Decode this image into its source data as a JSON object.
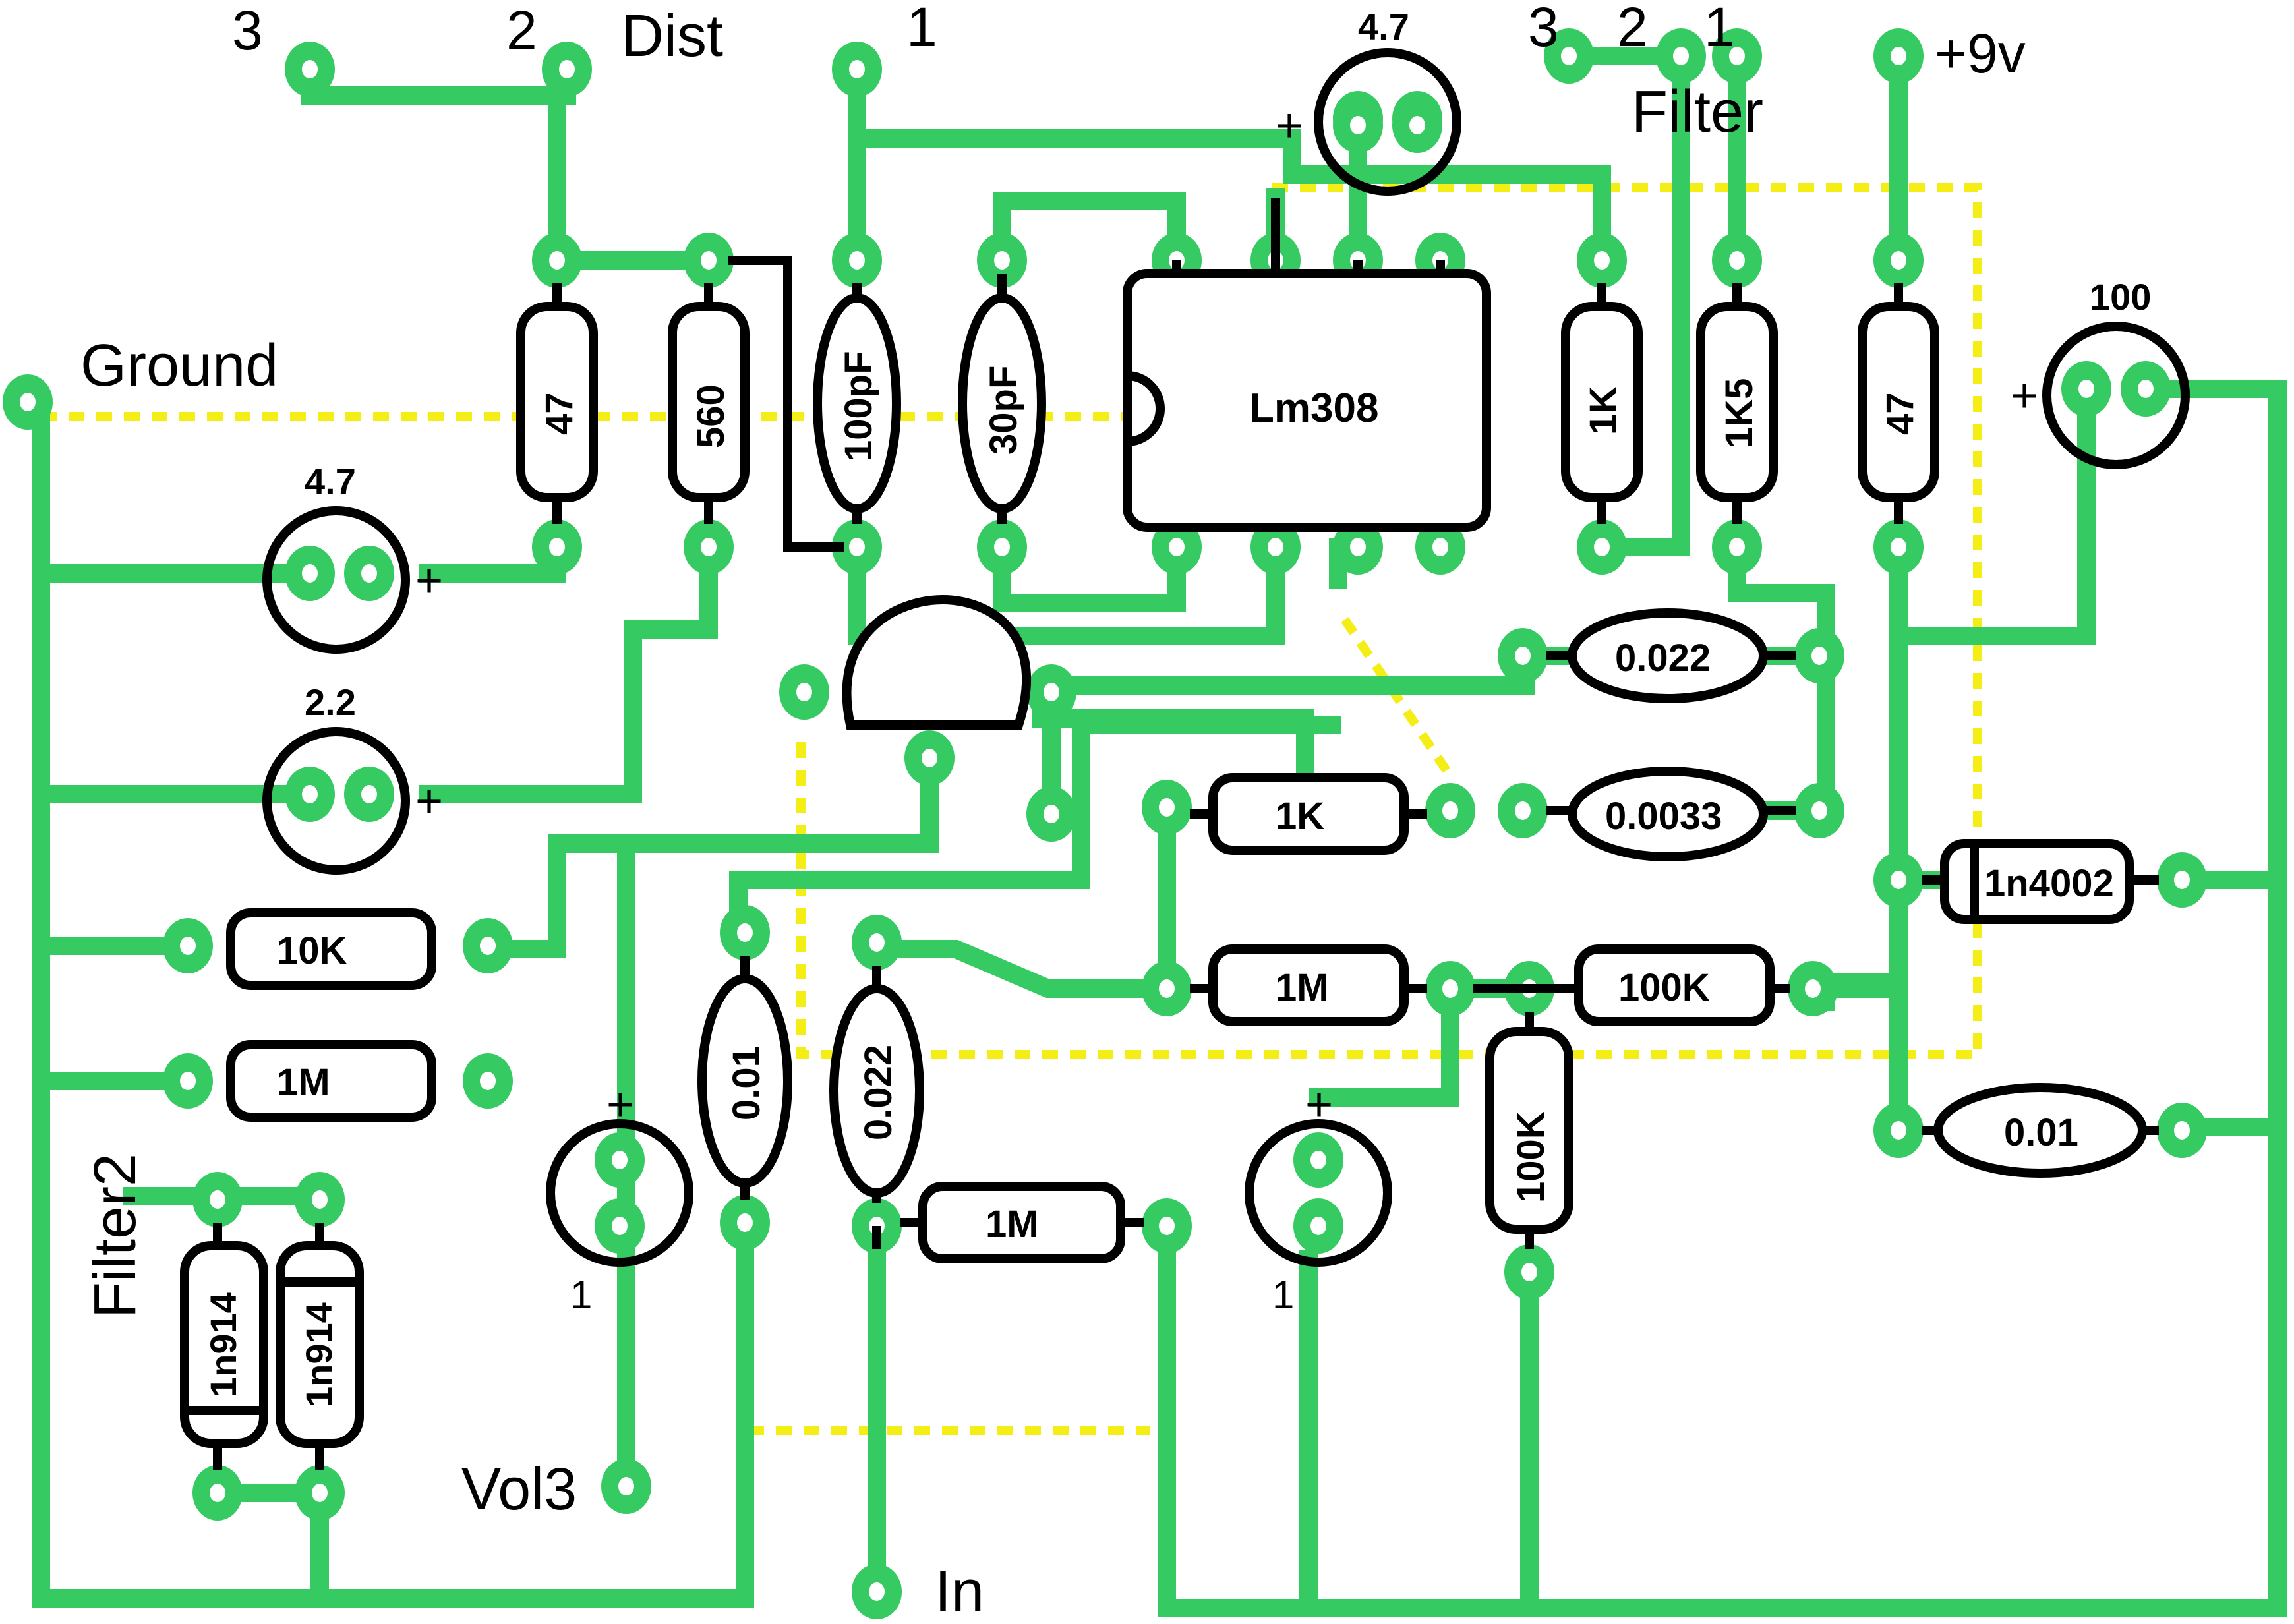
{
  "colors": {
    "trace": "#35cb62",
    "outline": "#000000",
    "jumper": "#f4ee16",
    "background": "#ffffff"
  },
  "labels": {
    "dist": "Dist",
    "filter": "Filter",
    "ground": "Ground",
    "plus9v": "+9v",
    "filter2": "Filter2",
    "vol3": "Vol3",
    "in": "In",
    "dist_lug3": "3",
    "dist_lug2": "2",
    "lug1": "1",
    "filter_lug3": "3",
    "filter_lug2": "2",
    "filter_lug1": "1",
    "plus": "+"
  },
  "components": {
    "r47a": "47",
    "r560": "560",
    "c100pf": "100pF",
    "c30pf": "30pF",
    "ic": "Lm308",
    "r1k_top": "1K",
    "r1k5": "1K5",
    "r47b": "47",
    "c47_top": "4.7",
    "c100": "100",
    "c47_left": "4.7",
    "c22_left": "2.2",
    "r10k": "10K",
    "r1m_left": "1M",
    "c0022_right": "0.022",
    "c00033": "0.0033",
    "r1k_mid": "1K",
    "r1m_mid": "1M",
    "r100k_h": "100K",
    "r100k_v": "100K",
    "c001_mid": "0.01",
    "c0022_mid": "0.022",
    "r1m_bottom": "1M",
    "c1_left": "1",
    "c1_right": "1",
    "d1n4002": "1n4002",
    "c001_right": "0.01",
    "d1n914_a": "1n914",
    "d1n914_b": "1n914"
  }
}
